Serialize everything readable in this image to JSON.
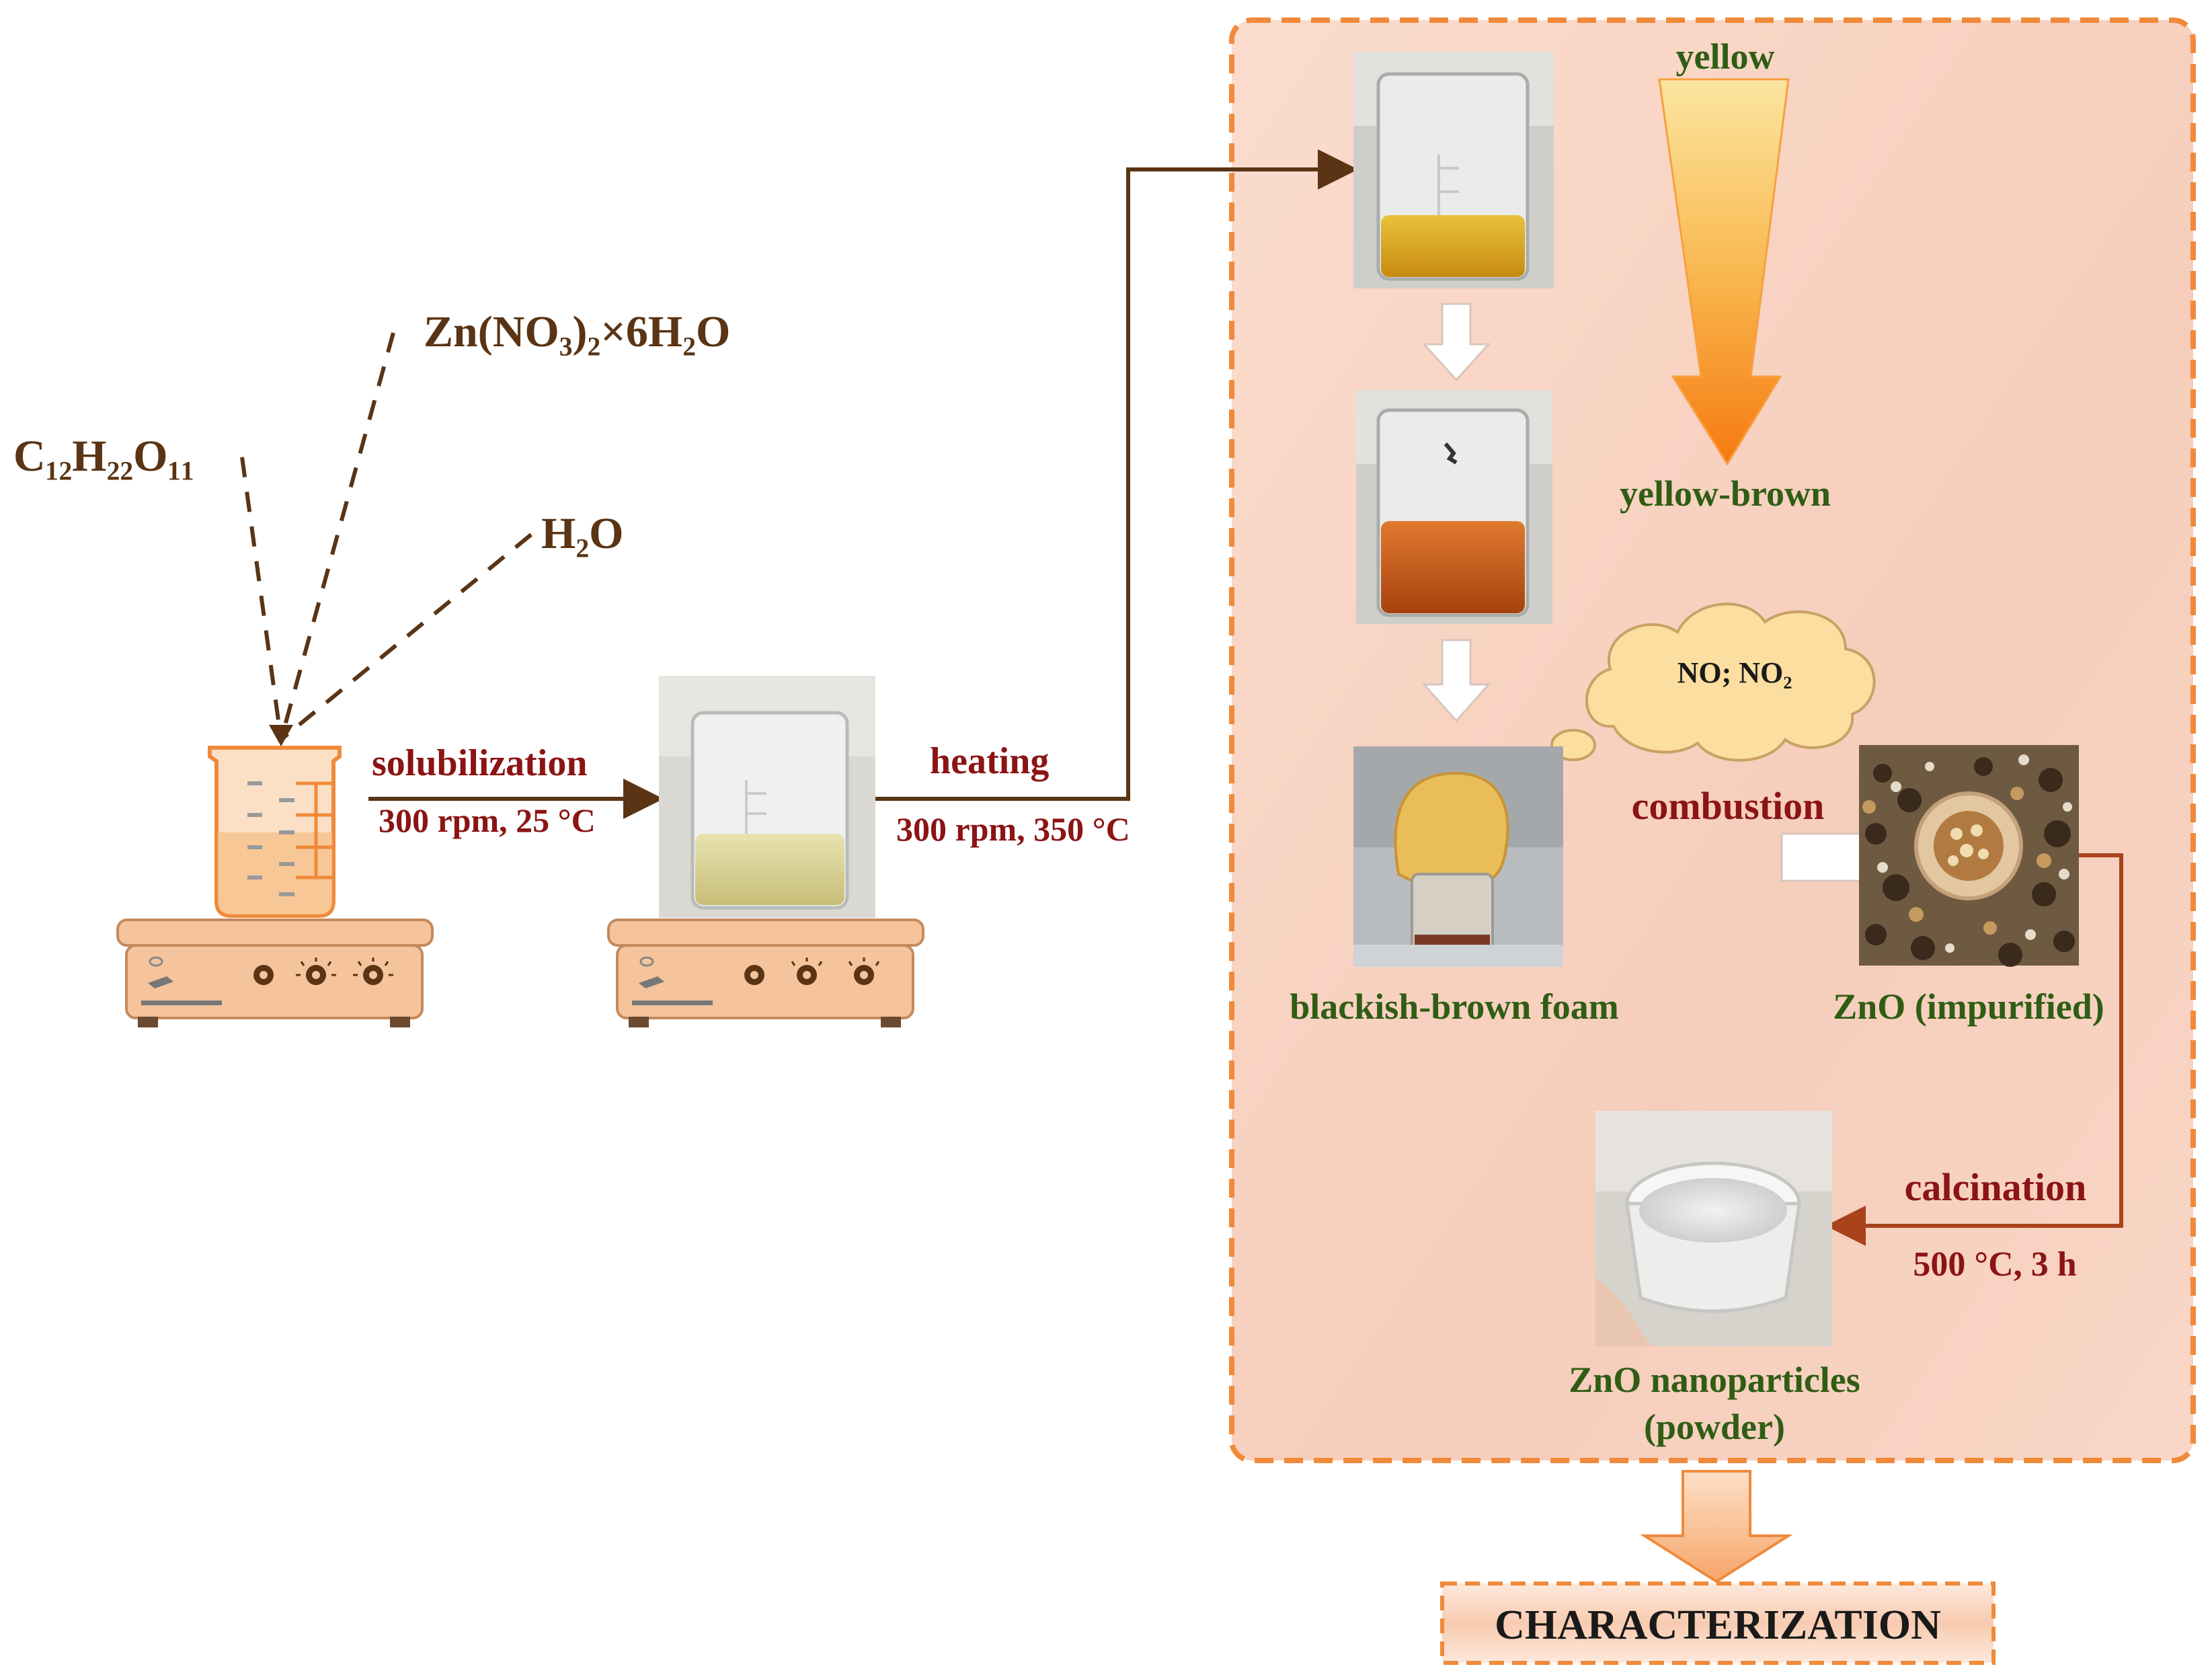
{
  "reagents": {
    "zinc_nitrate": "Zn(NO₃)₂×6H₂O",
    "sucrose": "C₁₂H₂₂O₁₁",
    "water": "H₂O"
  },
  "steps": {
    "solubilization": {
      "label": "solubilization",
      "conditions": "300 rpm, 25 °C"
    },
    "heating": {
      "label": "heating",
      "conditions": "300 rpm, 350 °C"
    },
    "combustion": {
      "label": "combustion"
    },
    "calcination": {
      "label": "calcination",
      "conditions": "500 °C, 3 h"
    }
  },
  "color_change": {
    "start": "yellow",
    "end": "yellow-brown"
  },
  "gases": "NO; NO₂",
  "products": {
    "foam": "blackish-brown foam",
    "impure": "ZnO (impurified)",
    "final_line1": "ZnO nanoparticles",
    "final_line2": "(powder)"
  },
  "final_step": "CHARACTERIZATION",
  "colors": {
    "brown_text": "#5a3414",
    "red_text": "#8b1414",
    "green_text": "#2f5d14",
    "panel_border": "#f0a060",
    "arrow_brown": "#5a3414",
    "stirrer_fill": "#f5c49c"
  }
}
